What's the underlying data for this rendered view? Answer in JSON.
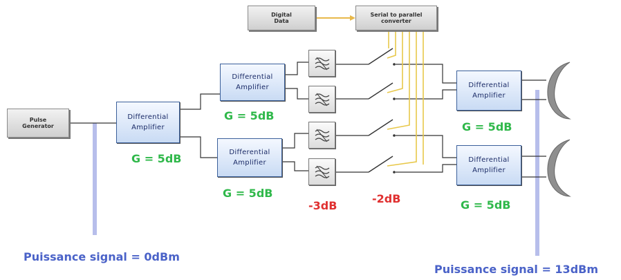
{
  "blocks": {
    "pulse_generator": "Pulse\nGenerator",
    "digital_data": "Digital\nData",
    "serial_converter": "Serial to parallel\nconverter",
    "amplifier_line1": "Differential",
    "amplifier_line2": "Amplifier"
  },
  "gains": {
    "stage1": "G = 5dB",
    "stage2_top": "G = 5dB",
    "stage2_bottom": "G = 5dB",
    "output_top": "G = 5dB",
    "output_bottom": "G = 5dB"
  },
  "losses": {
    "filter": "-3dB",
    "switch": "-2dB"
  },
  "power": {
    "input": "Puissance signal = 0dBm",
    "output": "Puissance signal = 13dBm"
  },
  "colors": {
    "gain": "#2fb84a",
    "loss": "#e03030",
    "power": "#4a62c8",
    "amplifier_border": "#3a5f9a",
    "control_line": "#e8c84a"
  }
}
